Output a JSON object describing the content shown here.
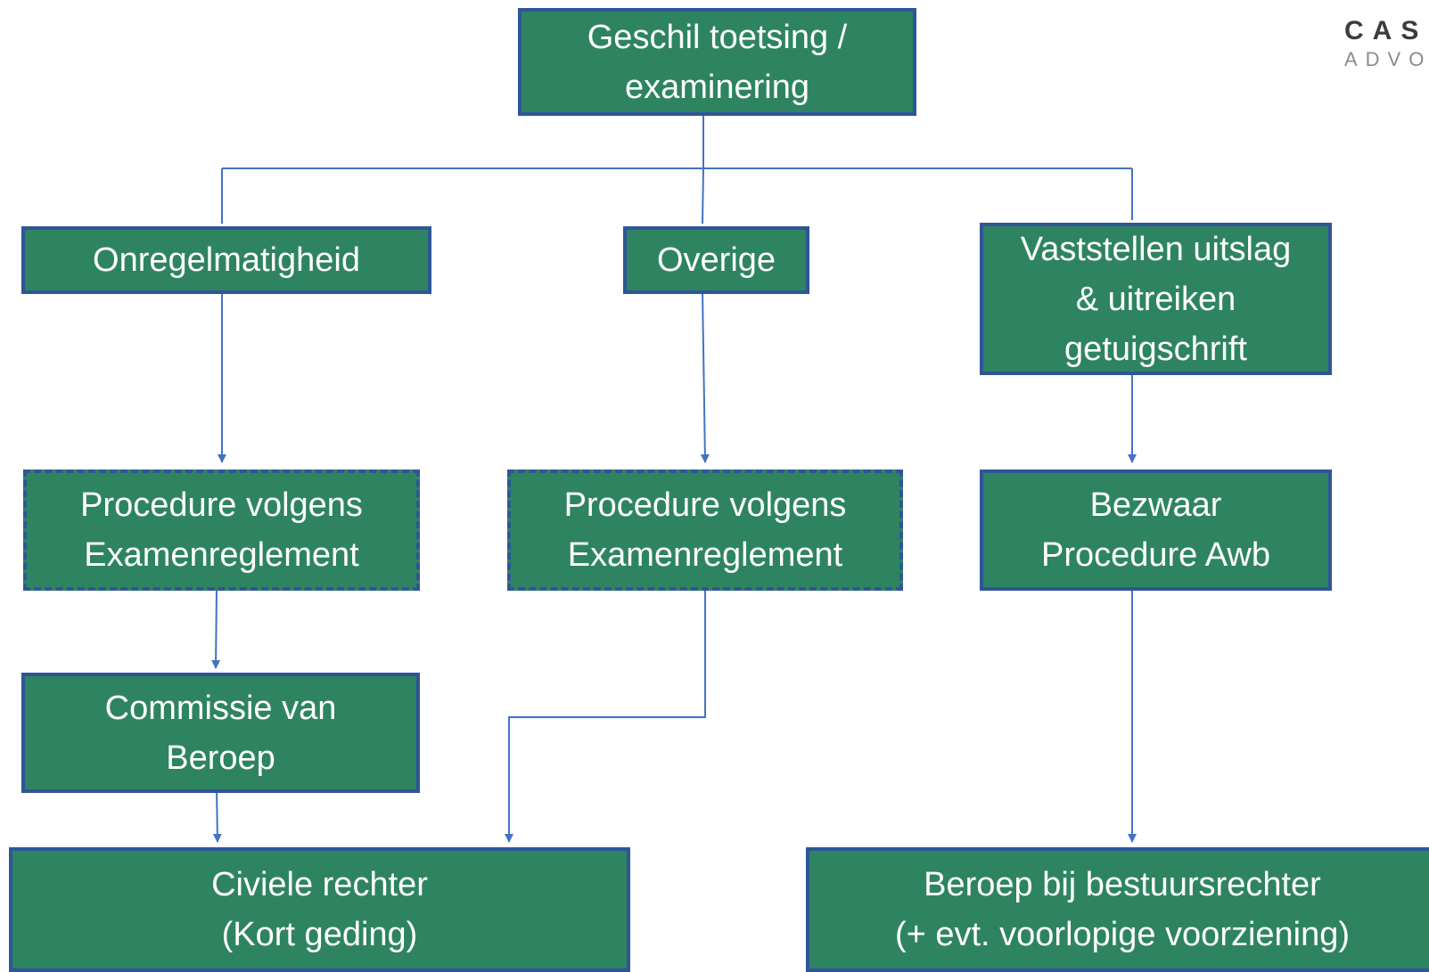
{
  "logo": {
    "line1": "CAS",
    "line2": "ADVO"
  },
  "nodes": {
    "geschil": {
      "lines": [
        "Geschil toetsing /",
        "examinering"
      ]
    },
    "onregelmatigheid": {
      "lines": [
        "Onregelmatigheid"
      ]
    },
    "overige": {
      "lines": [
        "Overige"
      ]
    },
    "vaststellen": {
      "lines": [
        "Vaststellen uitslag",
        "& uitreiken",
        "getuigschrift"
      ]
    },
    "procedure_left": {
      "lines": [
        "Procedure volgens",
        "Examenreglement"
      ]
    },
    "procedure_mid": {
      "lines": [
        "Procedure volgens",
        "Examenreglement"
      ]
    },
    "bezwaar": {
      "lines": [
        "Bezwaar",
        "Procedure Awb"
      ]
    },
    "commissie": {
      "lines": [
        "Commissie van",
        "Beroep"
      ]
    },
    "civiele": {
      "lines": [
        "Civiele rechter",
        "(Kort geding)"
      ]
    },
    "bestuursrechter": {
      "lines": [
        "Beroep bij bestuursrechter",
        "(+ evt. voorlopige voorziening)"
      ]
    }
  },
  "colors": {
    "box_fill": "#2e8461",
    "box_border": "#2f5597",
    "connector": "#4472c4",
    "text": "#ffffff"
  }
}
